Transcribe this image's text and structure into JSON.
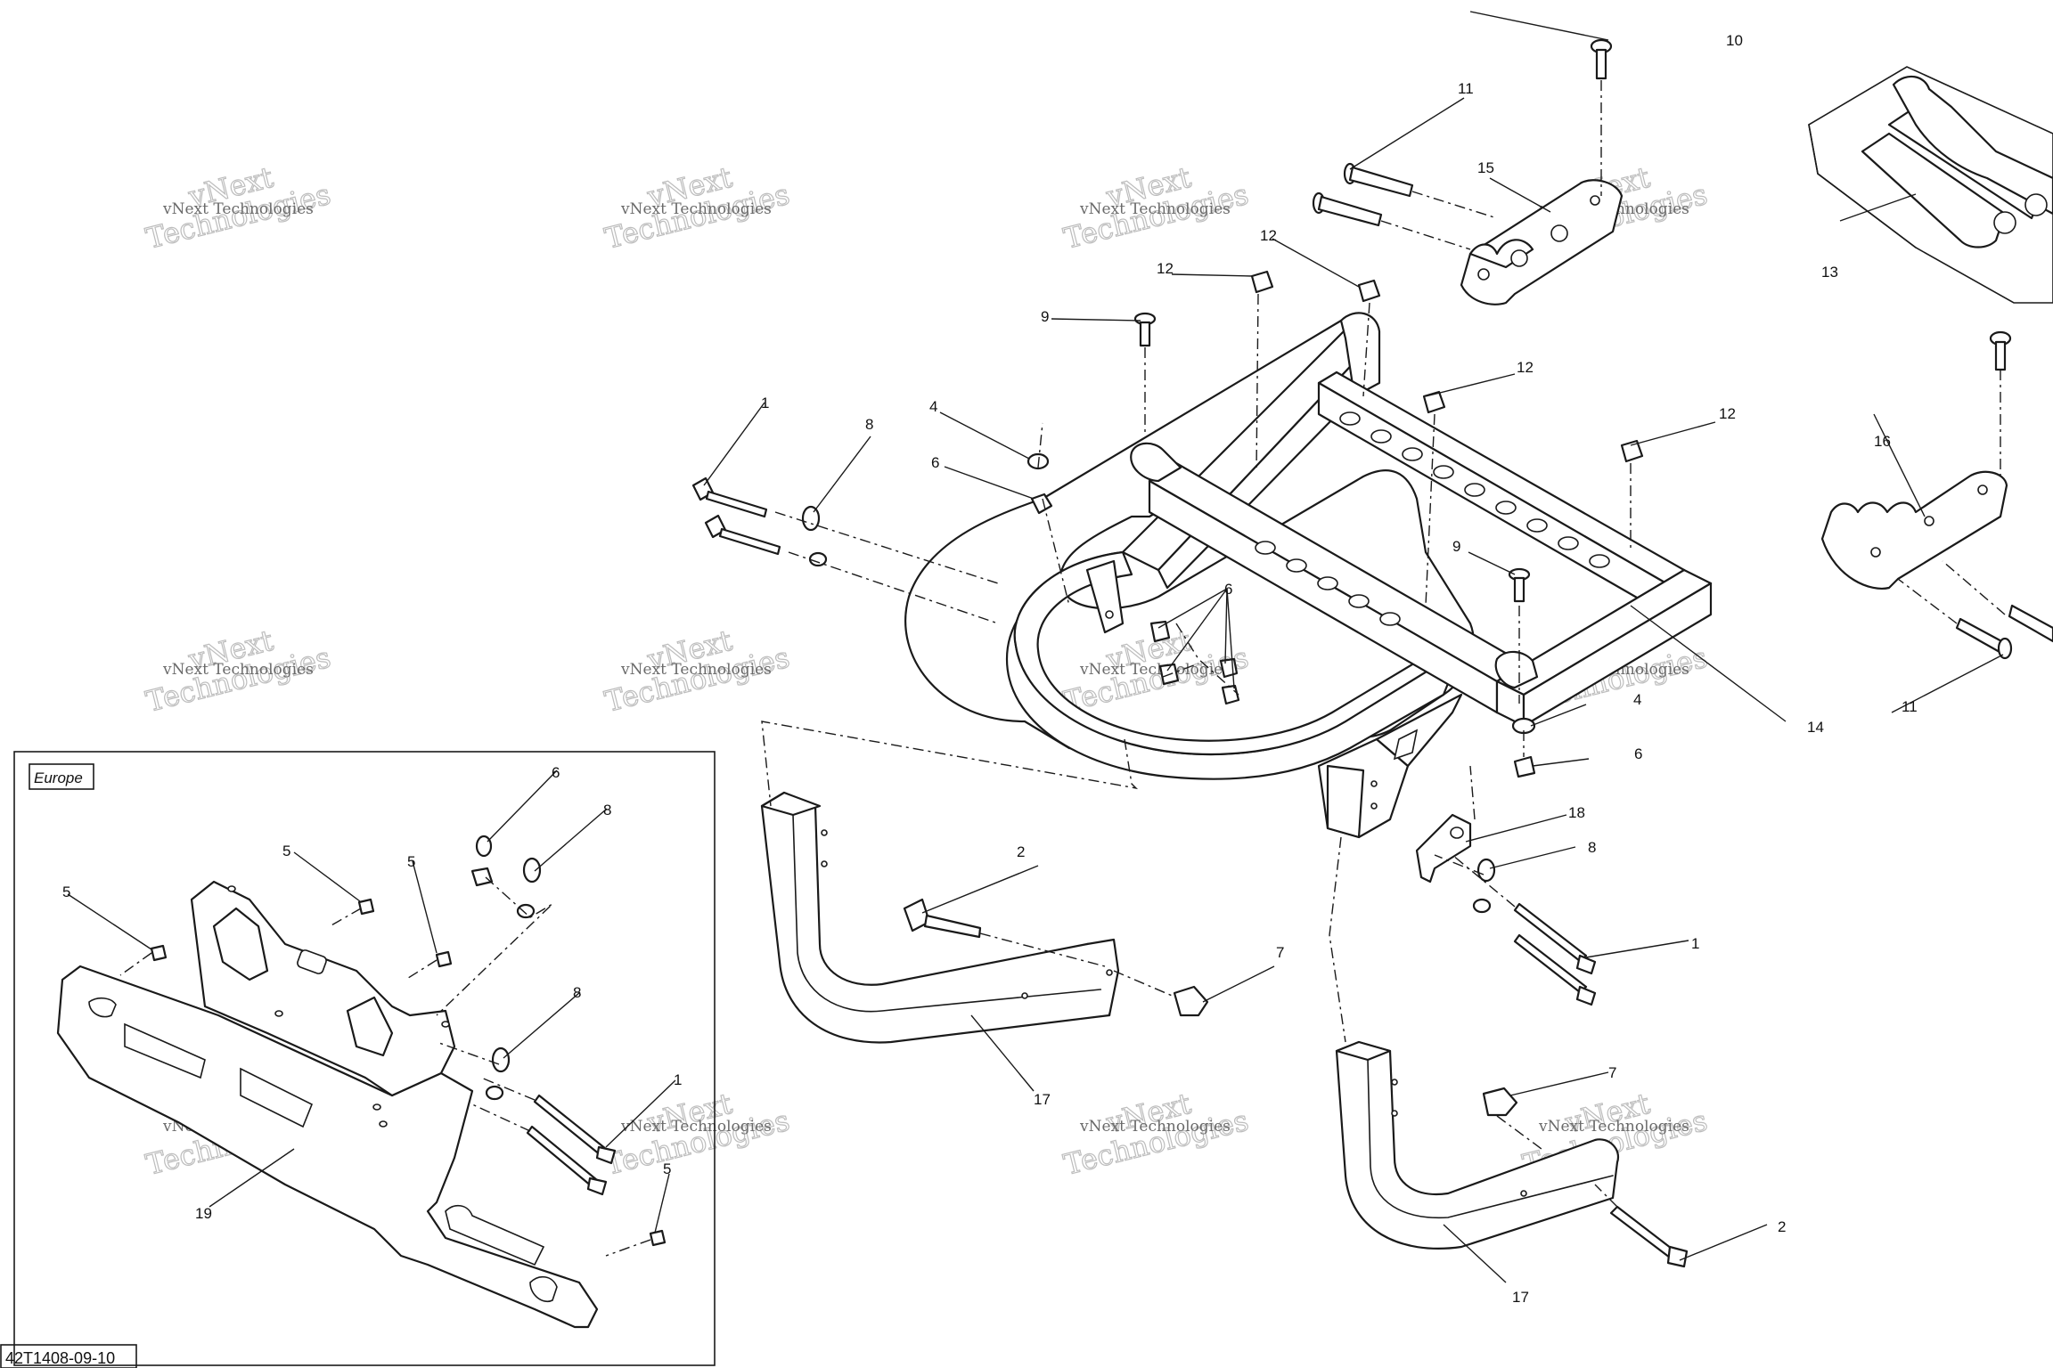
{
  "diagram_code": "42T1408-09-10",
  "inset_label": "Europe",
  "watermark": {
    "line1": "vNext Technologies",
    "line2": "Technologies",
    "line_top": "vNext"
  },
  "callouts": {
    "c1a": "1",
    "c1b": "1",
    "c1c": "1",
    "c2a": "2",
    "c2b": "2",
    "c4a": "4",
    "c4b": "4",
    "c5a": "5",
    "c5b": "5",
    "c5c": "5",
    "c5d": "5",
    "c6a": "6",
    "c6b": "6",
    "c6c": "6",
    "c6d": "6",
    "c7a": "7",
    "c7b": "7",
    "c8a": "8",
    "c8b": "8",
    "c8c": "8",
    "c8d": "8",
    "c9a": "9",
    "c9b": "9",
    "c10": "10",
    "c11a": "11",
    "c11b": "11",
    "c12a": "12",
    "c12b": "12",
    "c12c": "12",
    "c12d": "12",
    "c13": "13",
    "c14": "14",
    "c15": "15",
    "c16": "16",
    "c17a": "17",
    "c17b": "17",
    "c18": "18",
    "c19": "19"
  }
}
